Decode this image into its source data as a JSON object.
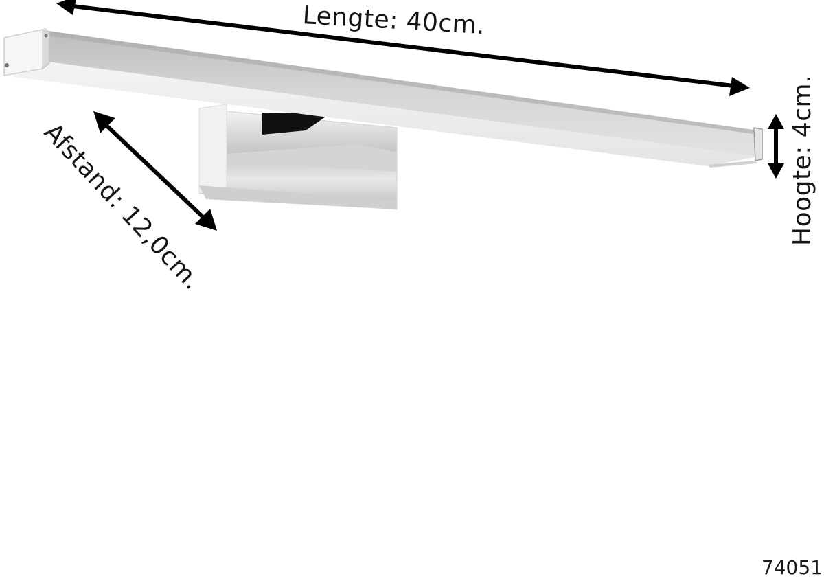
{
  "diagram": {
    "subject": "bathroom mirror wall lamp with chrome bracket",
    "dimensions": {
      "length": {
        "label": "Lengte: 40cm.",
        "value": 40,
        "unit": "cm"
      },
      "distance": {
        "label": "Afstand: 12,0cm.",
        "value": 12.0,
        "unit": "cm"
      },
      "height": {
        "label": "Hoogte: 4cm.",
        "value": 4,
        "unit": "cm"
      }
    },
    "model_code": "74051",
    "colors": {
      "background": "#ffffff",
      "arrow": "#000000",
      "chrome_light": "#f2f2f2",
      "chrome_mid": "#c8c8c8",
      "chrome_dark": "#1a1a1a",
      "diffuser": "#e9e9e9"
    }
  }
}
